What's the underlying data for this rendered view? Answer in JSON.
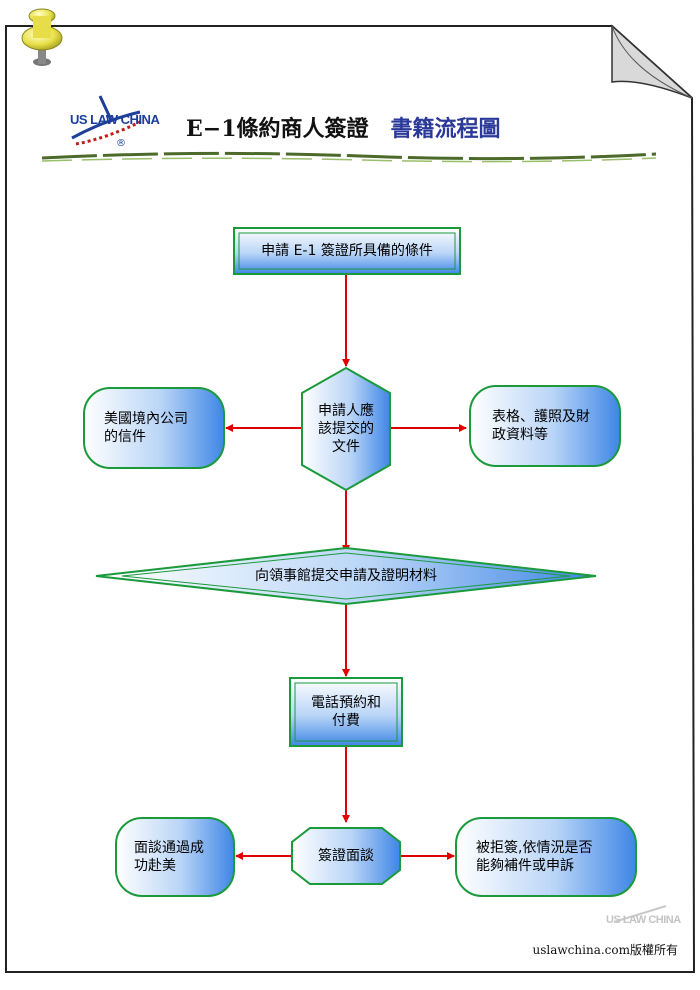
{
  "header": {
    "logo_text": "US LAW CHINA",
    "logo_mark": "®",
    "title": "E−1條約商人簽證",
    "title_accent": "書籍流程圖"
  },
  "nodes": {
    "start": "申請 E-1 簽證所具備的條件",
    "documents": [
      "申請人應",
      "該提交的",
      "文件"
    ],
    "us_company": [
      "美國境內公司",
      "的信件"
    ],
    "forms": [
      "表格、護照及財",
      "政資料等"
    ],
    "consulate": "向領事館提交申請及證明材料",
    "phone": [
      "電話預約和",
      "付費"
    ],
    "interview": "簽證面談",
    "success": [
      "面談通過成",
      "功赴美"
    ],
    "refused": [
      "被拒簽,依情況是否",
      "能夠補件或申訴"
    ]
  },
  "footer": {
    "watermark": "US LAW CHINA",
    "copyright": "uslawchina.com版權所有"
  },
  "colors": {
    "arrow": "#e00000",
    "node_border": "#1a9a3a",
    "node_fill_light": "#ffffff",
    "node_fill_dark": "#3f86e6",
    "title_accent": "#2b3a9a"
  }
}
